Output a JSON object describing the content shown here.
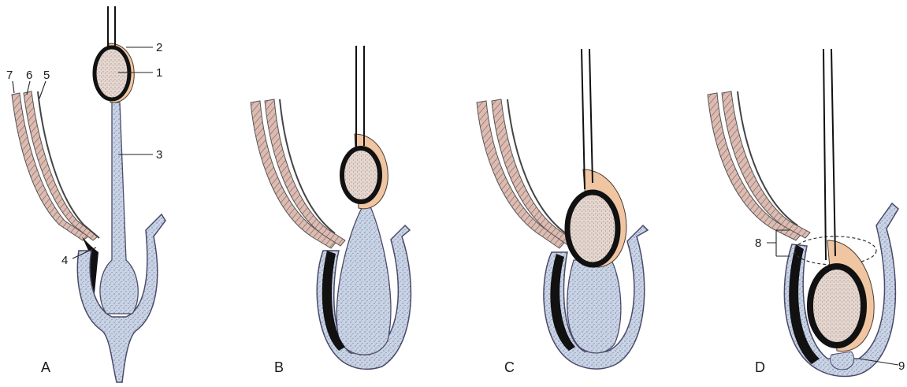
{
  "figure": {
    "panels": [
      {
        "id": "A",
        "label": "A"
      },
      {
        "id": "B",
        "label": "B"
      },
      {
        "id": "C",
        "label": "C"
      },
      {
        "id": "D",
        "label": "D"
      }
    ],
    "callouts": {
      "c1": "1",
      "c2": "2",
      "c3": "3",
      "c4": "4",
      "c5": "5",
      "c6": "6",
      "c7": "7",
      "c8": "8",
      "c9": "9"
    },
    "colors": {
      "serosa_fill": "#c9d3e6",
      "serosa_stroke": "#4a4a6a",
      "tunica_vaginalis_tan": "#f0c6a2",
      "testis_fill": "#e8d4cc",
      "dark_layer": "#111111",
      "muscle_layer": "#d9b7ae"
    }
  }
}
